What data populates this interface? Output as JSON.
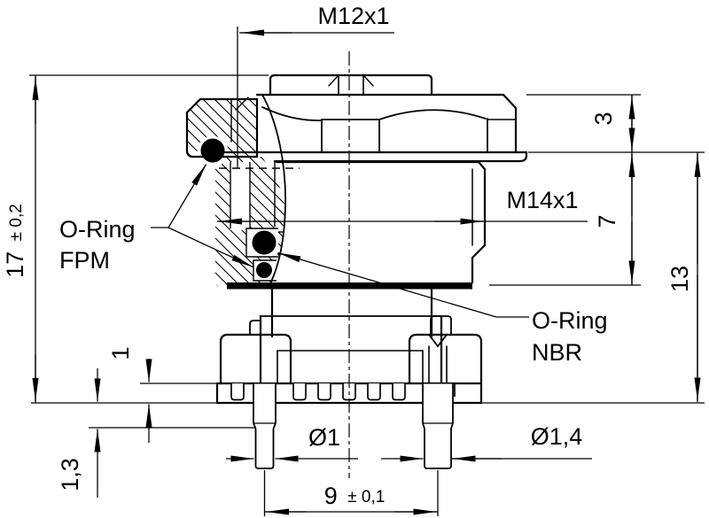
{
  "drawing": {
    "title": "connector-section-dimension-drawing",
    "ink_color": "#000000",
    "background_color": "#ffffff",
    "labels": {
      "thread_top": "M12x1",
      "thread_side": "M14x1",
      "height_total_value": "17",
      "height_total_tol": "± 0,2",
      "dim_3": "3",
      "dim_7": "7",
      "dim_13": "13",
      "dim_1": "1",
      "dim_1_3": "1,3",
      "dia_pin_small": "Ø1",
      "dia_pin_large": "Ø1,4",
      "pin_spacing_value": "9",
      "pin_spacing_tol": "± 0,1",
      "oring_fpm_line1": "O-Ring",
      "oring_fpm_line2": "FPM",
      "oring_nbr_line1": "O-Ring",
      "oring_nbr_line2": "NBR"
    }
  }
}
